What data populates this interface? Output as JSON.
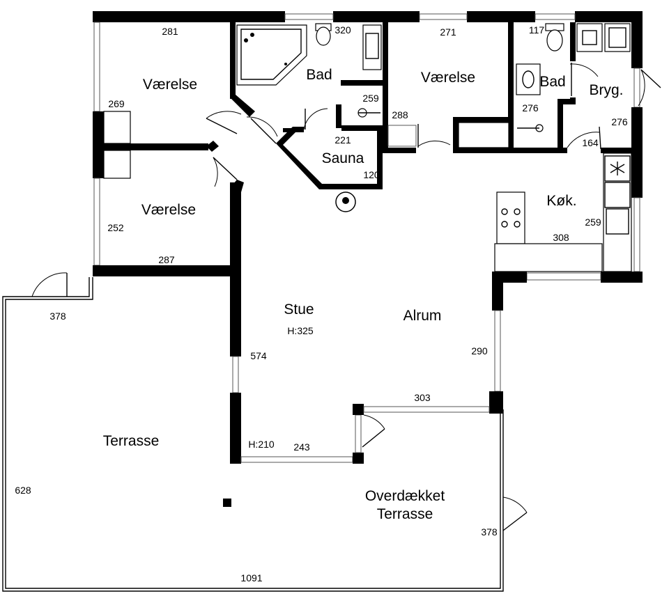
{
  "rooms": {
    "vaerelse_top_left": "Værelse",
    "vaerelse_bottom_left": "Værelse",
    "bad_main": "Bad",
    "vaerelse_middle": "Værelse",
    "bad_small": "Bad",
    "bryg": "Bryg.",
    "sauna": "Sauna",
    "kok": "Køk.",
    "stue": "Stue",
    "stue_height": "H:325",
    "alrum": "Alrum",
    "terrasse": "Terrasse",
    "overdaekket_line1": "Overdækket",
    "overdaekket_line2": "Terrasse",
    "entry_height": "H:210"
  },
  "dimensions": {
    "d281": "281",
    "d320": "320",
    "d271": "271",
    "d117": "117",
    "d269": "269",
    "d259_bath": "259",
    "d288": "288",
    "d221": "221",
    "d120": "120",
    "d276_bath": "276",
    "d276_bryg": "276",
    "d164": "164",
    "d252": "252",
    "d287": "287",
    "d259_kitchen": "259",
    "d308": "308",
    "d378_left": "378",
    "d574": "574",
    "d290": "290",
    "d303": "303",
    "d243": "243",
    "d628": "628",
    "d378_right": "378",
    "d1091": "1091"
  }
}
